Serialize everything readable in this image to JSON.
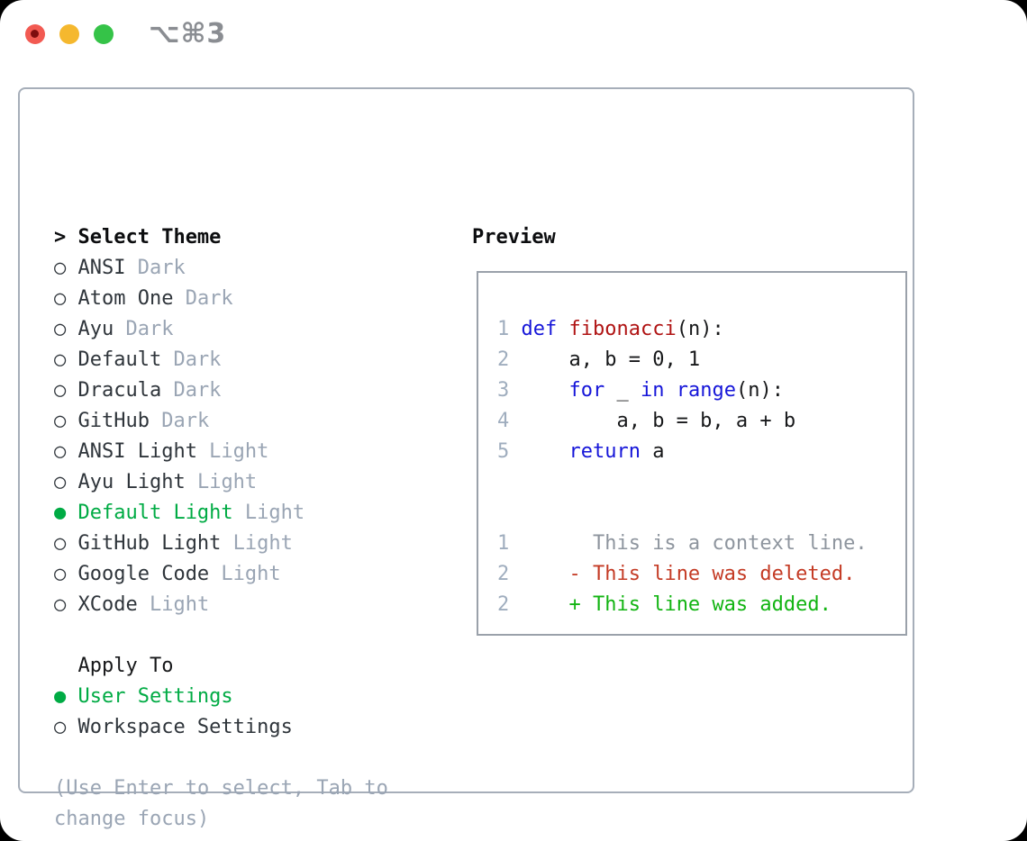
{
  "titlebar": {
    "title": "⌥⌘3"
  },
  "theme_list": {
    "prompt": ">",
    "header": "Select Theme",
    "items": [
      {
        "name": "ANSI",
        "variant": "Dark",
        "selected": false
      },
      {
        "name": "Atom One",
        "variant": "Dark",
        "selected": false
      },
      {
        "name": "Ayu",
        "variant": "Dark",
        "selected": false
      },
      {
        "name": "Default",
        "variant": "Dark",
        "selected": false
      },
      {
        "name": "Dracula",
        "variant": "Dark",
        "selected": false
      },
      {
        "name": "GitHub",
        "variant": "Dark",
        "selected": false
      },
      {
        "name": "ANSI Light",
        "variant": "Light",
        "selected": false
      },
      {
        "name": "Ayu Light",
        "variant": "Light",
        "selected": false
      },
      {
        "name": "Default Light",
        "variant": "Light",
        "selected": true
      },
      {
        "name": "GitHub Light",
        "variant": "Light",
        "selected": false
      },
      {
        "name": "Google Code",
        "variant": "Light",
        "selected": false
      },
      {
        "name": "XCode",
        "variant": "Light",
        "selected": false
      }
    ],
    "radio_unselected_icon": "○",
    "radio_selected_icon": "●"
  },
  "apply_to": {
    "header": "Apply To",
    "options": [
      {
        "label": "User Settings",
        "selected": true
      },
      {
        "label": "Workspace Settings",
        "selected": false
      }
    ]
  },
  "footer": {
    "hint": "(Use Enter to select, Tab to change focus)"
  },
  "preview": {
    "header": "Preview",
    "lines": [
      {
        "tokens": [
          [
            "1",
            "ln"
          ],
          [
            " ",
            "d"
          ],
          [
            "def",
            "kw"
          ],
          [
            " ",
            "d"
          ],
          [
            "fibonacci",
            "fn"
          ],
          [
            "(n):",
            "d"
          ]
        ]
      },
      {
        "tokens": [
          [
            "2",
            "ln"
          ],
          [
            " ",
            "d"
          ],
          [
            "    a, b = 0, 1",
            "d"
          ]
        ]
      },
      {
        "tokens": [
          [
            "3",
            "ln"
          ],
          [
            " ",
            "d"
          ],
          [
            "    ",
            "d"
          ],
          [
            "for",
            "kw"
          ],
          [
            " _ ",
            "d"
          ],
          [
            "in",
            "kw"
          ],
          [
            " ",
            "d"
          ],
          [
            "range",
            "kw"
          ],
          [
            "(n):",
            "d"
          ]
        ]
      },
      {
        "tokens": [
          [
            "4",
            "ln"
          ],
          [
            " ",
            "d"
          ],
          [
            "        a, b = b, a + b",
            "d"
          ]
        ]
      },
      {
        "tokens": [
          [
            "5",
            "ln"
          ],
          [
            " ",
            "d"
          ],
          [
            "    ",
            "d"
          ],
          [
            "return",
            "kw"
          ],
          [
            " a",
            "d"
          ]
        ]
      },
      {
        "tokens": []
      },
      {
        "tokens": []
      },
      {
        "tokens": [
          [
            "1",
            "ln"
          ],
          [
            "       This is a context line.",
            "ctx"
          ]
        ]
      },
      {
        "tokens": [
          [
            "2",
            "ln"
          ],
          [
            "     ",
            "d"
          ],
          [
            "- This line was deleted.",
            "del"
          ]
        ]
      },
      {
        "tokens": [
          [
            "2",
            "ln"
          ],
          [
            "     ",
            "d"
          ],
          [
            "+ This line was added.",
            "add"
          ]
        ]
      }
    ]
  },
  "colors": {
    "green": "#00ab44",
    "keyword_blue": "#1616d9",
    "function_red": "#b01414",
    "diff_deleted_red": "#c43b25",
    "diff_added_green": "#12b412",
    "muted_gray": "#9aa5b4",
    "line_number_gray": "#9fadbe",
    "context_gray": "#8e959e",
    "item_text": "#2f353b",
    "header_text": "#0c0d0f",
    "apply_text": "#17181a",
    "code_text": "#17181a",
    "panel_border": "#a6aeb9",
    "preview_border": "#9aa1aa",
    "title_gray": "#8a8d92",
    "traffic_red": "#f25a52",
    "traffic_red_dot": "#7e0d0f",
    "traffic_yellow": "#f5b82e",
    "traffic_green": "#35c348"
  }
}
